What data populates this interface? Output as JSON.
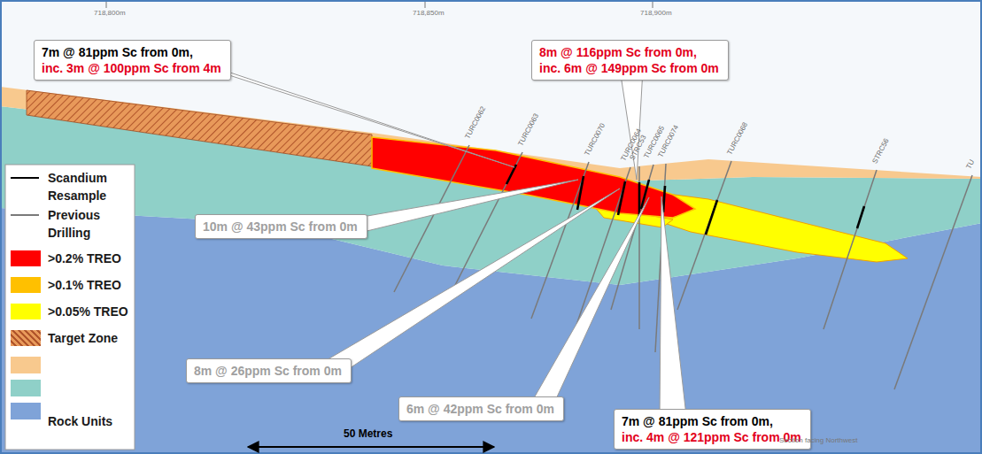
{
  "diagram": {
    "nodes": [
      {
        "text": [
          "7m @ 81ppm Sc from 0m,",
          "inc. 3m @ 100ppm Sc from 4m"
        ]
      },
      {
        "text": [
          "8m @ 116ppm Sc from 0m,",
          "inc. 6m @ 149ppm Sc from 0m"
        ]
      },
      {
        "text": [
          "10m @ 43ppm Sc from 0m"
        ]
      },
      {
        "text": [
          "8m @ 26ppm Sc from 0m"
        ]
      },
      {
        "text": [
          "6m @ 42ppm Sc from 0m"
        ]
      },
      {
        "text": [
          "7m @ 81ppm Sc from 0m,",
          "inc. 4m @ 121ppm Sc from 0m"
        ]
      }
    ],
    "labels": [
      "718,800m",
      "718,850m",
      "718,900m",
      "TURC0062",
      "TURC0063",
      "TURC0070",
      "TURC0064",
      "STRC53",
      "TURC0065",
      "TURC0074",
      "TURC0068",
      "STRC56",
      "TU",
      "50 Metres",
      "Section facing Northwest"
    ],
    "legend": [
      {
        "text": "Scandium Resample"
      },
      {
        "text": "Previous Drilling"
      },
      {
        "text": ">0.2% TREO",
        "color": "#ff0000"
      },
      {
        "text": ">0.1% TREO",
        "color": "#ffc000"
      },
      {
        "text": ">0.05% TREO",
        "color": "#ffff00"
      },
      {
        "text": "Target Zone"
      },
      {
        "text": "Rock Units"
      }
    ]
  }
}
